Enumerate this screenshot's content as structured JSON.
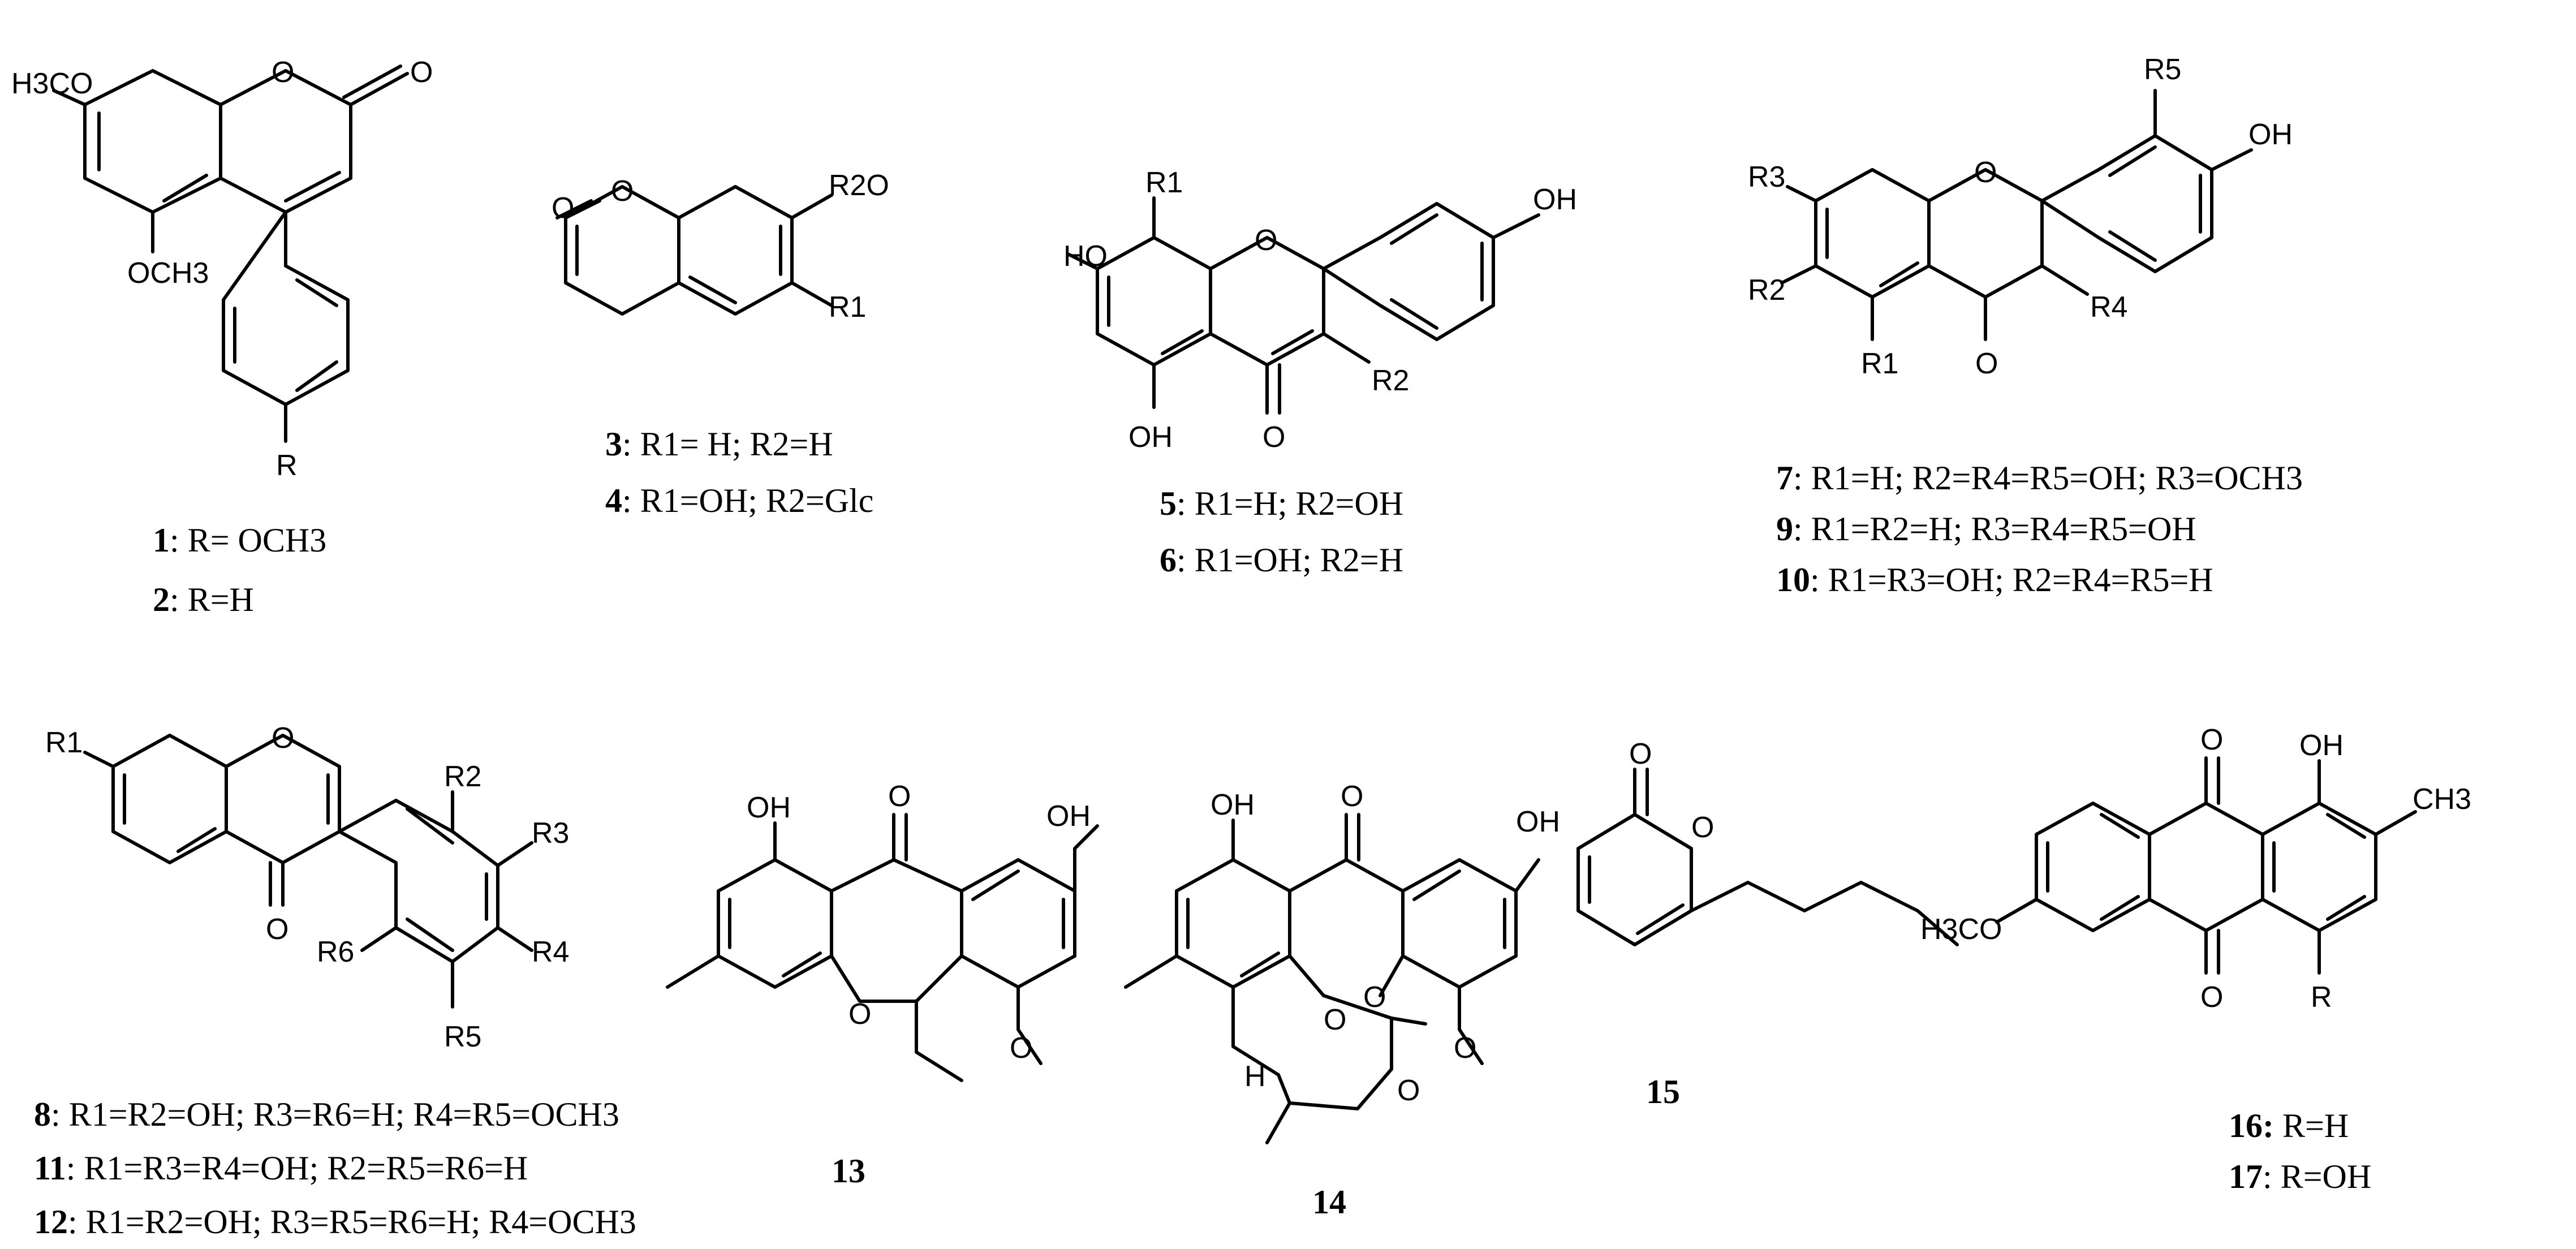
{
  "atoms": {
    "o": "O",
    "oh": "OH",
    "h": "H",
    "r": "R",
    "ho": "HO",
    "h3co": "H3CO",
    "och3": "OCH3",
    "r2o": "R2O",
    "ch3": "CH3",
    "r1": "R1",
    "r2": "R2",
    "r3": "R3",
    "r4": "R4",
    "r5": "R5",
    "r6": "R6"
  },
  "captions": {
    "c1": {
      "num": "1",
      "text": ": R= OCH3"
    },
    "c2": {
      "num": "2",
      "text": ": R=H"
    },
    "c3": {
      "num": "3",
      "text": ": R1= H; R2=H"
    },
    "c4": {
      "num": "4",
      "text": ": R1=OH; R2=Glc"
    },
    "c5": {
      "num": "5",
      "text": ": R1=H; R2=OH"
    },
    "c6": {
      "num": "6",
      "text": ": R1=OH; R2=H"
    },
    "c7": {
      "num": "7",
      "text": ": R1=H; R2=R4=R5=OH; R3=OCH3"
    },
    "c9": {
      "num": "9",
      "text": ": R1=R2=H; R3=R4=R5=OH"
    },
    "c10": {
      "num": "10",
      "text": ": R1=R3=OH; R2=R4=R5=H"
    },
    "c8": {
      "num": "8",
      "text": ": R1=R2=OH; R3=R6=H; R4=R5=OCH3"
    },
    "c11": {
      "num": "11",
      "text": ": R1=R3=R4=OH; R2=R5=R6=H"
    },
    "c12": {
      "num": "12",
      "text": ": R1=R2=OH; R3=R5=R6=H; R4=OCH3"
    },
    "c13": {
      "num": "13",
      "text": ""
    },
    "c14": {
      "num": "14",
      "text": ""
    },
    "c15": {
      "num": "15",
      "text": ""
    },
    "c16": {
      "num": "16:",
      "text": " R=H"
    },
    "c17": {
      "num": "17",
      "text": ": R=OH"
    }
  }
}
